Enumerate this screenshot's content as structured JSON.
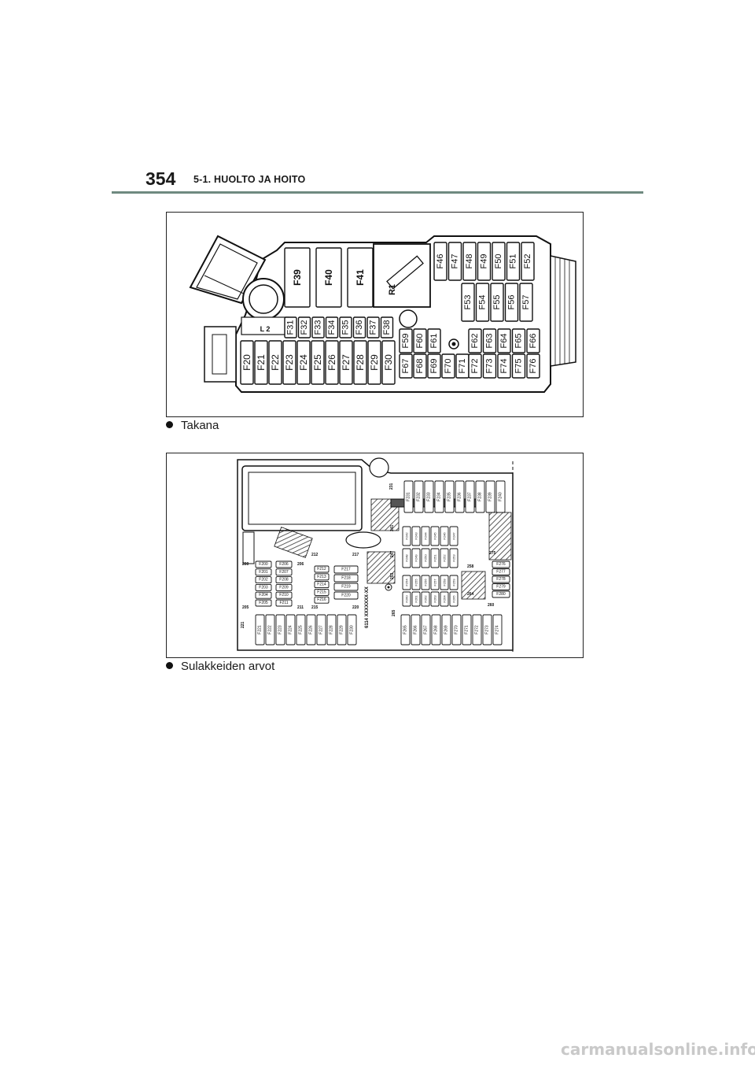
{
  "header": {
    "page_number": "354",
    "section": "5-1. HUOLTO JA HOITO"
  },
  "figure1": {
    "fuses_top_row": [
      "F31",
      "F32",
      "F33",
      "F34",
      "F35",
      "F36",
      "F37",
      "F38"
    ],
    "fuses_big": [
      "F39",
      "F40",
      "F41"
    ],
    "relay": "R1",
    "fuses_top_right": [
      "F46",
      "F47",
      "F48",
      "F49",
      "F50",
      "F51",
      "F52"
    ],
    "fuses_mid_right": [
      "F53",
      "F54",
      "F55",
      "F56",
      "F57"
    ],
    "fuses_bottom_left": [
      "F20",
      "F21",
      "F22",
      "F23",
      "F24",
      "F25",
      "F26",
      "F27",
      "F28",
      "F29",
      "F30"
    ],
    "fuses_small_a": [
      "F59",
      "F60",
      "F61"
    ],
    "fuses_small_b": [
      "F67",
      "F68",
      "F69",
      "F70",
      "F71"
    ],
    "fuses_right_upper": [
      "F62",
      "F63",
      "F64",
      "F65",
      "F66"
    ],
    "fuses_right_lower": [
      "F72",
      "F73",
      "F74",
      "F75",
      "F76"
    ],
    "plate": [
      "L 2"
    ]
  },
  "bullet1": "Takana",
  "figure2": {
    "col_left": [
      "F200",
      "F201",
      "F202",
      "F203",
      "F204",
      "F205"
    ],
    "col_left2": [
      "F206",
      "F207",
      "F208",
      "F209",
      "F210",
      "F211"
    ],
    "col_mid": [
      "F212",
      "F213",
      "F214",
      "F215",
      "F216"
    ],
    "col_mid2": [
      "F217",
      "F218",
      "F219",
      "F220"
    ],
    "top_row": [
      "F231",
      "F232",
      "F233",
      "F234",
      "F235",
      "F236",
      "F237",
      "F238",
      "F239",
      "F240"
    ],
    "bottom_row": [
      "F221",
      "F222",
      "F223",
      "F224",
      "F225",
      "F226",
      "F227",
      "F228",
      "F229",
      "F230"
    ],
    "bottom_row2": [
      "F265",
      "F266",
      "F267",
      "F268",
      "F269",
      "F270",
      "F271",
      "F272",
      "F273",
      "F274"
    ],
    "grid_a": [
      "F242",
      "F243",
      "F244",
      "F245",
      "F246",
      "F247"
    ],
    "grid_b": [
      "F248",
      "F249",
      "F250",
      "F251",
      "F252",
      "F253"
    ],
    "grid_c": [
      "F254",
      "F255",
      "F256",
      "F257",
      "F258",
      "F259"
    ],
    "grid_d": [
      "F260",
      "F261",
      "F262",
      "F263",
      "F264",
      "F265"
    ],
    "col_right": [
      "F276",
      "F277",
      "F278",
      "F279",
      "F280"
    ],
    "marks": [
      "200",
      "206",
      "212",
      "217",
      "205",
      "211",
      "215",
      "220",
      "231",
      "241",
      "247",
      "253",
      "258",
      "264",
      "275",
      "260",
      "221",
      "265",
      "6114 XXXXXXX-XX"
    ]
  },
  "bullet2": "Sulakkeiden arvot",
  "footer": "carmanualsonline.info"
}
